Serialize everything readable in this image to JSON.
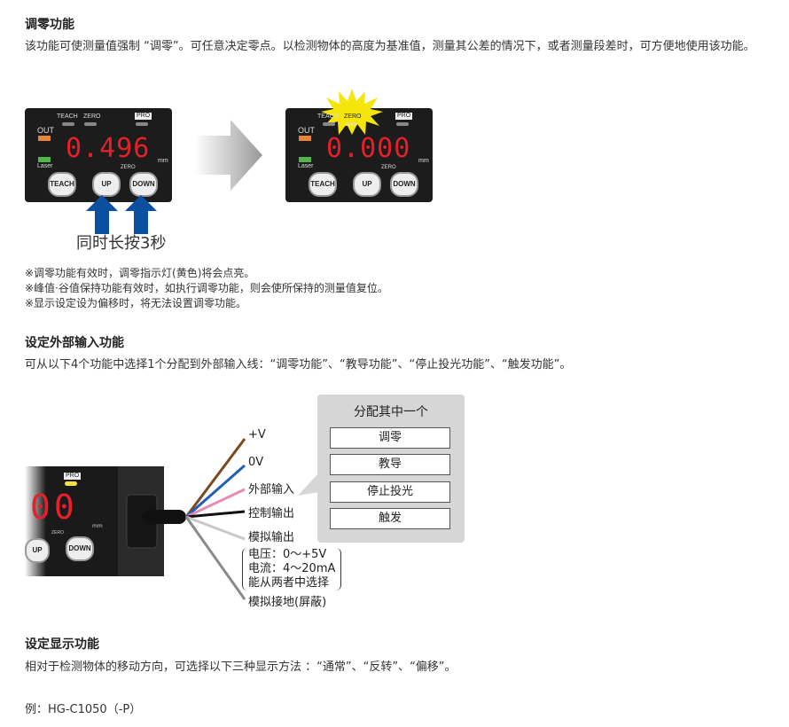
{
  "section1": {
    "title": "调零功能",
    "text": "该功能可使测量值强制 “调零”。可任意决定零点。以检测物体的高度为基准值，测量其公差的情况下，或者测量段差时，可方便地使用该功能。",
    "panel_before": {
      "teach": "TEACH",
      "zero": "ZERO",
      "pro": "PRO",
      "out": "OUT",
      "laser": "Laser",
      "value": "0.496",
      "unit": "mm",
      "btn_teach": "TEACH",
      "btn_up": "UP",
      "btn_down": "DOWN",
      "zero_small": "ZERO"
    },
    "panel_after": {
      "teach": "TEACH",
      "zero": "ZERO",
      "pro": "PRO",
      "out": "OUT",
      "laser": "Laser",
      "value": "0.000",
      "unit": "mm",
      "btn_teach": "TEACH",
      "btn_up": "UP",
      "btn_down": "DOWN",
      "zero_small": "ZERO"
    },
    "caption": "同时长按3秒",
    "notes": [
      "※调零功能有效时，调零指示灯(黄色)将会点亮。",
      "※峰值·谷值保持功能有效时，如执行调零功能，则会使所保持的测量值复位。",
      "※显示设定设为偏移时，将无法设置调零功能。"
    ]
  },
  "section2": {
    "title": "设定外部输入功能",
    "text": "可从以下4个功能中选择1个分配到外部输入线：“调零功能”、“教导功能”、“停止投光功能”、“触发功能”。",
    "sensor": {
      "pro": "PRO",
      "value": "00",
      "unit": "mm",
      "btn_up": "UP",
      "btn_down": "DOWN",
      "zero_small": "ZERO"
    },
    "wires": [
      "+V",
      "0V",
      "外部输入",
      "控制输出",
      "模拟输出"
    ],
    "analog_notes": [
      "电压：0～+5V",
      "电流：4～20mA",
      "能从两者中选择"
    ],
    "ground": "模拟接地(屏蔽)",
    "callout_title": "分配其中一个",
    "options": [
      "调零",
      "教导",
      "停止投光",
      "触发"
    ],
    "colors": {
      "brown": "#7a4a1e",
      "blue": "#1f5fb8",
      "pink": "#e58bb8",
      "black": "#111111",
      "lightgray": "#c8c8c8",
      "gray": "#8a8a8a"
    }
  },
  "section3": {
    "title": "设定显示功能",
    "text": "相对于检测物体的移动方向，可选择以下三种显示方法 ：“通常”、“反转”、“偏移”。",
    "example": "例：HG-C1050（-P）"
  }
}
